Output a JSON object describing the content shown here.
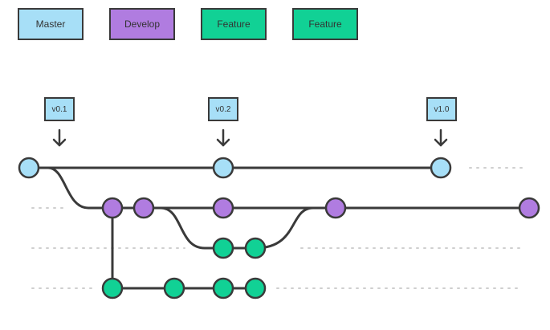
{
  "legend": [
    {
      "label": "Master",
      "color": "#a7dff7"
    },
    {
      "label": "Develop",
      "color": "#b07ce0"
    },
    {
      "label": "Feature",
      "color": "#11d195"
    },
    {
      "label": "Feature",
      "color": "#11d195"
    }
  ],
  "tags": [
    "v0.1",
    "v0.2",
    "v1.0"
  ],
  "colors": {
    "master": "#a7dff7",
    "develop": "#b07ce0",
    "feature": "#11d195",
    "stroke": "#3a3a3a",
    "dotted": "#cfcfcf"
  }
}
